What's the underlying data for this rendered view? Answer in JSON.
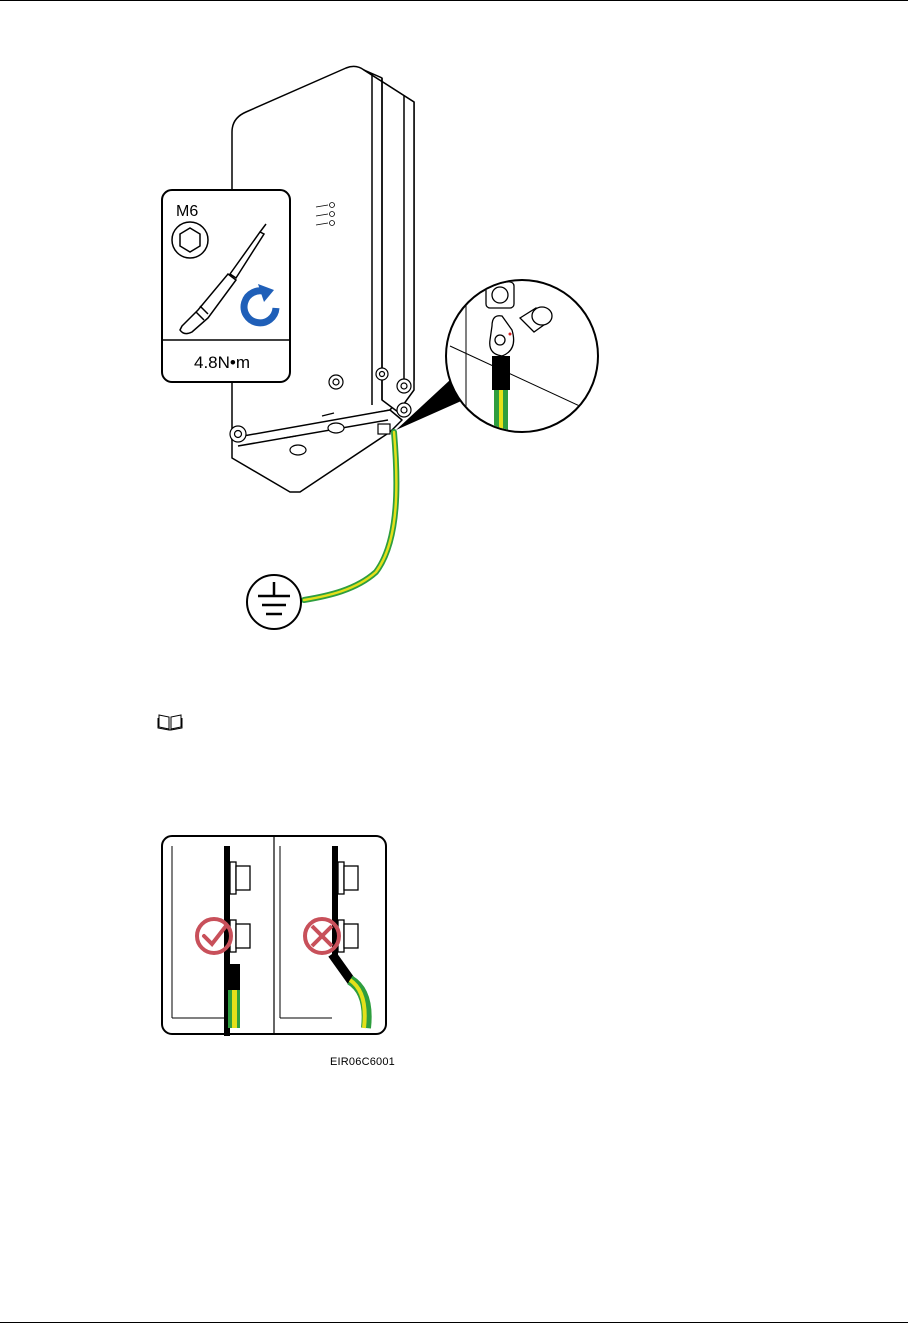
{
  "main_figure": {
    "tool_callout": {
      "bolt_size": "M6",
      "torque": "4.8N•m"
    },
    "icons": {
      "hex_bolt": "hex-bolt-icon",
      "screwdriver": "screwdriver-icon",
      "rotate": "rotate-clockwise-icon",
      "ground": "ground-icon"
    },
    "colors": {
      "cable_green": "#2e9e3e",
      "cable_yellow": "#e4e01a",
      "rotate_blue": "#1f5fb8"
    }
  },
  "note": {
    "icon": "book-icon"
  },
  "detail_figure": {
    "icons": {
      "correct": "check-circle-icon",
      "incorrect": "cross-circle-icon"
    },
    "colors": {
      "mark": "#c8505a"
    },
    "code": "EIR06C6001"
  }
}
